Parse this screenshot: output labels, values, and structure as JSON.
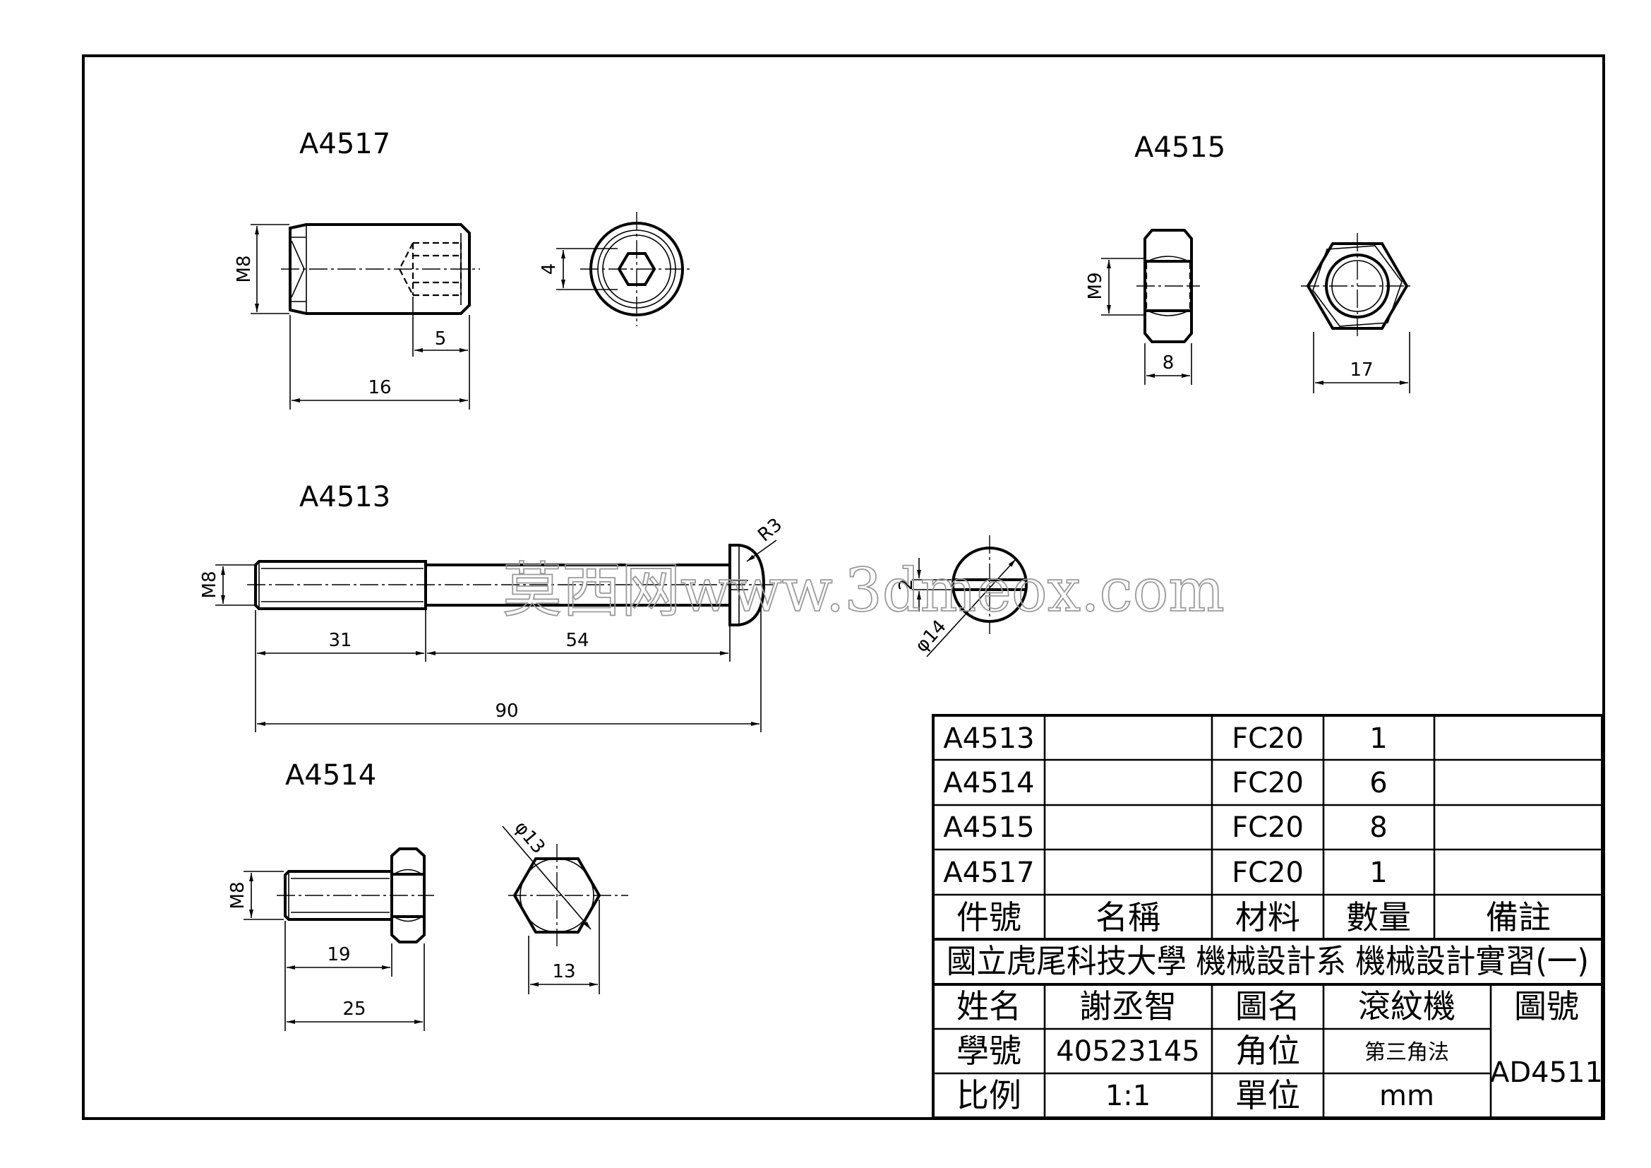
{
  "parts": {
    "a4517": {
      "label": "A4517",
      "dims": {
        "thread": "M8",
        "hex": "4",
        "depth": "5",
        "length": "16"
      }
    },
    "a4515": {
      "label": "A4515",
      "dims": {
        "thread": "M9",
        "thickness": "8",
        "flats": "17"
      }
    },
    "a4513": {
      "label": "A4513",
      "dims": {
        "thread": "M8",
        "radius": "R3",
        "thread_len": "31",
        "shank_len": "54",
        "total": "90",
        "slot": "2",
        "head_dia": "φ14"
      }
    },
    "a4514": {
      "label": "A4514",
      "dims": {
        "thread": "M8",
        "thread_len": "19",
        "total": "25",
        "corners": "φ13",
        "flats": "13"
      }
    }
  },
  "watermark": "莫西网www.3dmeox.com",
  "parts_list": {
    "rows": [
      {
        "part_no": "A4513",
        "name": "",
        "material": "FC20",
        "qty": "1",
        "remarks": ""
      },
      {
        "part_no": "A4514",
        "name": "",
        "material": "FC20",
        "qty": "6",
        "remarks": ""
      },
      {
        "part_no": "A4515",
        "name": "",
        "material": "FC20",
        "qty": "8",
        "remarks": ""
      },
      {
        "part_no": "A4517",
        "name": "",
        "material": "FC20",
        "qty": "1",
        "remarks": ""
      }
    ],
    "headers": [
      "件號",
      "名稱",
      "材料",
      "數量",
      "備註"
    ]
  },
  "title_block": {
    "school": "國立虎尾科技大學  機械設計系  機械設計實習(一)",
    "name_label": "姓名",
    "name_value": "謝丞智",
    "drawing_name_label": "圖名",
    "drawing_name_value": "滾紋機",
    "drawing_no_label": "圖號",
    "student_no_label": "學號",
    "student_no_value": "40523145",
    "angle_label": "角位",
    "angle_value": "第三角法",
    "drawing_no_value": "AD4511",
    "scale_label": "比例",
    "scale_value": "1:1",
    "unit_label": "單位",
    "unit_value": "mm"
  }
}
